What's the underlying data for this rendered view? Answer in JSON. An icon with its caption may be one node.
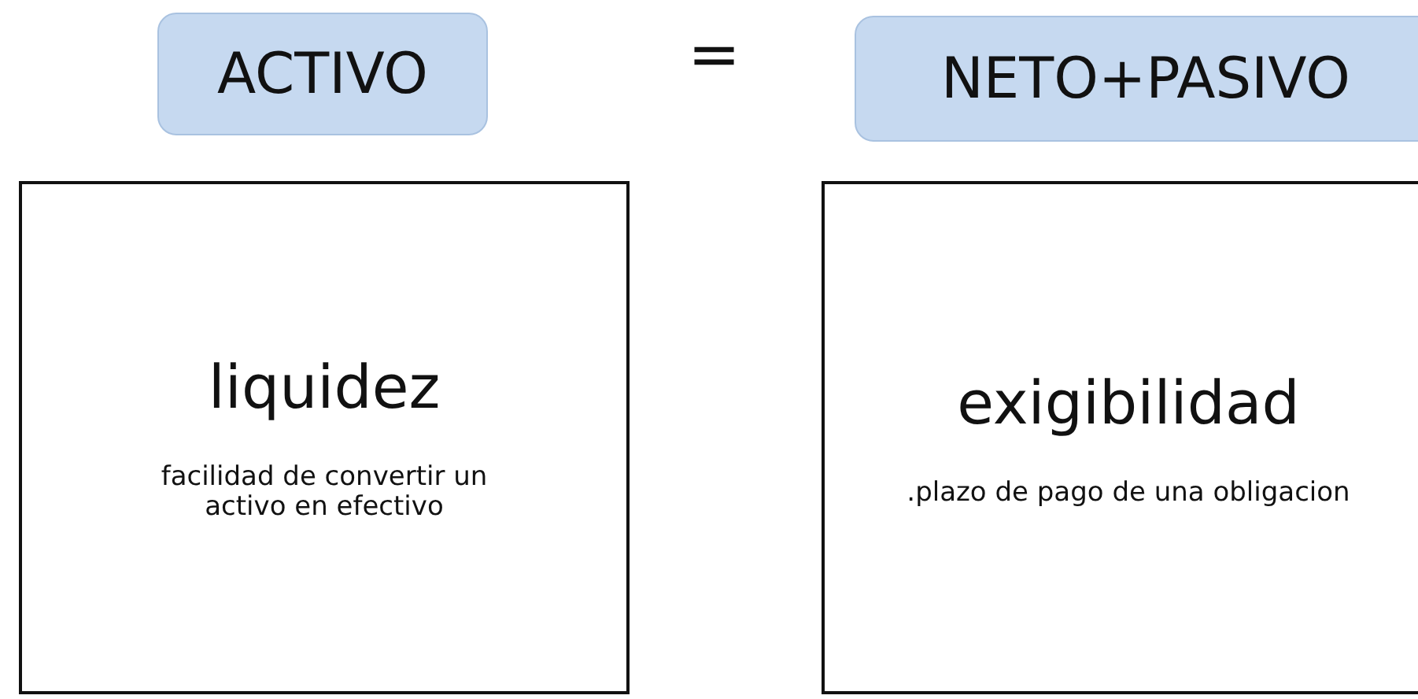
{
  "diagram": {
    "nodes": [
      {
        "text": [
          "ACTIVO"
        ]
      },
      {
        "text": [
          "NETO+PASIVO"
        ]
      },
      {
        "text": [
          "liquidez",
          "facilidad de convertir un activo en efectivo"
        ]
      },
      {
        "text": [
          "exigibilidad",
          ".plazo de pago de una obligacion"
        ]
      }
    ],
    "labels": [
      "="
    ]
  }
}
